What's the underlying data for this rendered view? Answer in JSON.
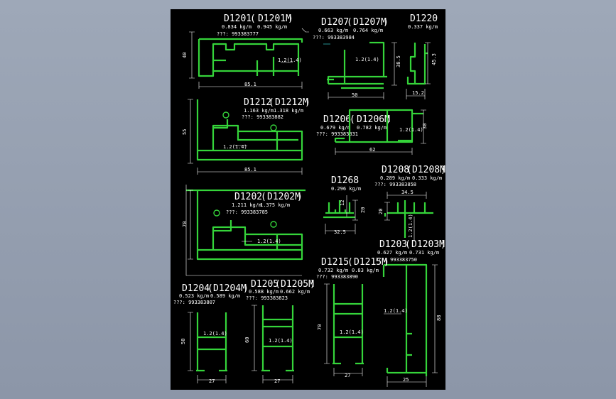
{
  "colors": {
    "background": "#8c96a8",
    "sheet": "#000000",
    "profile": "#35d43a",
    "text": "#ffffff",
    "dim_accent": "#3cf0f0"
  },
  "profiles": [
    {
      "id": "d1201",
      "title": "D1201",
      "title_m": "D1201M",
      "w1": "0.834 kg/m",
      "w2": "0.945 kg/m",
      "code": "???: 993383777",
      "dim_w": "85.1",
      "dim_h": "40",
      "note": "1.2(1.4)"
    },
    {
      "id": "d1207",
      "title": "D1207",
      "title_m": "D1207M",
      "w1": "0.663 kg/m",
      "w2": "0.764 kg/m",
      "code": "???: 993383984",
      "dim_w": "50",
      "dim_h": "38.5",
      "note": "1.2(1.4)"
    },
    {
      "id": "d1220",
      "title": "D1220",
      "w1": "0.337 kg/m",
      "dim_w": "15.2",
      "dim_h": "45.3"
    },
    {
      "id": "d1212",
      "title": "D1212",
      "title_m": "D1212M",
      "w1": "1.163 kg/m",
      "w2": "1.318 kg/m",
      "code": "???: 993383882",
      "dim_w": "85.1",
      "dim_h": "55",
      "note": "1.2(1.4)"
    },
    {
      "id": "d1206",
      "title": "D1206",
      "title_m": "D1206M",
      "w1": "0.679 kg/m",
      "w2": "0.782 kg/m",
      "code": "???: 993383831",
      "dim_w": "62",
      "dim_h": "30",
      "note": "1.2(1.4)"
    },
    {
      "id": "d1202",
      "title": "D1202",
      "title_m": "D1202M",
      "w1": "1.211 kg/m",
      "w2": "1.375 kg/m",
      "code": "???: 993383785",
      "dim_h": "70",
      "note": "1.2(1.4)"
    },
    {
      "id": "d1268",
      "title": "D1268",
      "w1": "0.296 kg/m",
      "dim_w": "32.5",
      "dim_h": "20",
      "dim_h2": "12"
    },
    {
      "id": "d1208",
      "title": "D1208",
      "title_m": "D1208M",
      "w1": "0.289 kg/m",
      "w2": "0.333 kg/m",
      "code": "???: 993383858",
      "dim_w": "34.5",
      "dim_h": "20",
      "note": "1.2(1.4)"
    },
    {
      "id": "d1203",
      "title": "D1203",
      "title_m": "D1203M",
      "w1": "0.627 kg/m",
      "w2": "0.731 kg/m",
      "code": "???: 993383750",
      "dim_w": "25",
      "dim_h": "88",
      "note": "1.2(1.4)"
    },
    {
      "id": "d1215",
      "title": "D1215",
      "title_m": "D1215M",
      "w1": "0.732 kg/m",
      "w2": "0.83 kg/m",
      "code": "???: 993383890",
      "dim_w": "27",
      "dim_h": "70",
      "note": "1.2(1.4)"
    },
    {
      "id": "d1204",
      "title": "D1204",
      "title_m": "D1204M",
      "w1": "0.523 kg/m",
      "w2": "0.589 kg/m",
      "code": "???: 993383807",
      "dim_w": "27",
      "dim_h": "50",
      "note": "1.2(1.4)"
    },
    {
      "id": "d1205",
      "title": "D1205",
      "title_m": "D1205M",
      "w1": "0.588 kg/m",
      "w2": "0.662 kg/m",
      "code": "???: 993383823",
      "dim_w": "27",
      "dim_h": "60",
      "note": "1.2(1.4)"
    }
  ]
}
